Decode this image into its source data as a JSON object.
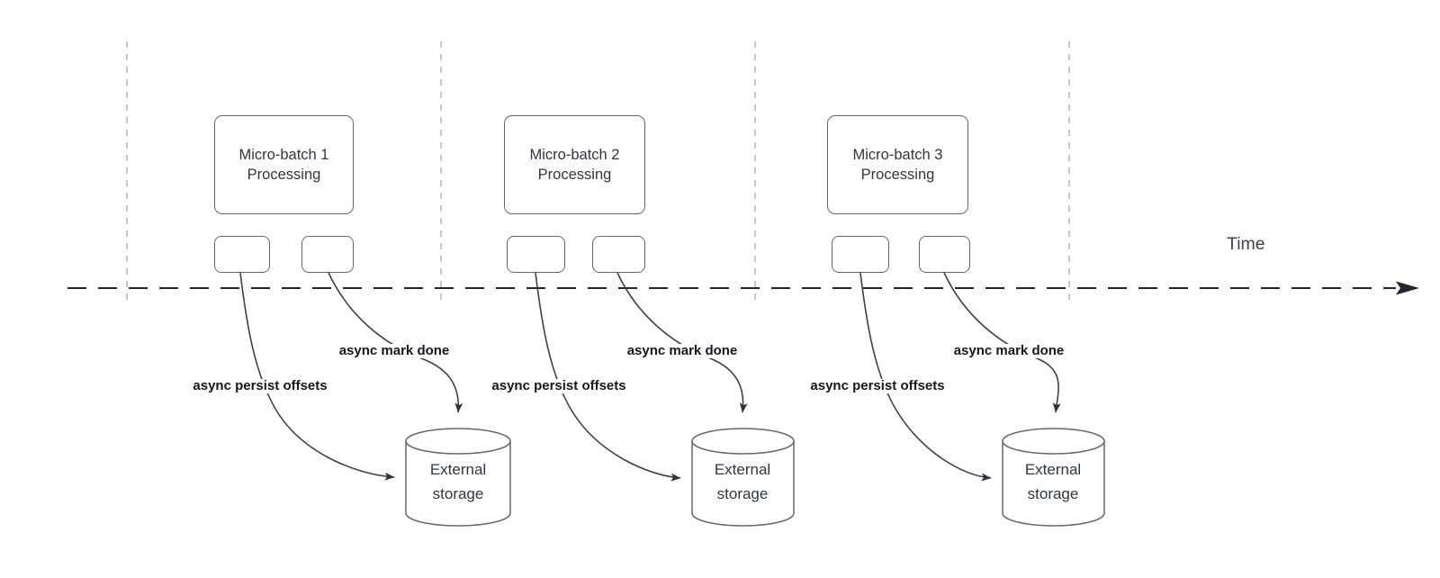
{
  "time_axis": {
    "label": "Time"
  },
  "groups": [
    {
      "process_label": "Micro-batch 1\nProcessing",
      "persist_arrow_label": "async persist offsets",
      "done_arrow_label": "async mark done",
      "storage_label": "External\nstorage"
    },
    {
      "process_label": "Micro-batch 2\nProcessing",
      "persist_arrow_label": "async persist offsets",
      "done_arrow_label": "async mark done",
      "storage_label": "External\nstorage"
    },
    {
      "process_label": "Micro-batch 3\nProcessing",
      "persist_arrow_label": "async persist offsets",
      "done_arrow_label": "async mark done",
      "storage_label": "External\nstorage"
    }
  ],
  "icons": {
    "arrowhead": "filled-triangle",
    "timeline_arrowhead": "filled-triangle"
  },
  "colors": {
    "background": "#ffffff",
    "shape_border": "#63686e",
    "shape_text": "#30363e",
    "edge_stroke": "#3a414b",
    "arrowhead_fill": "#2e343d",
    "timeline_stroke": "#22262d",
    "gridline_stroke": "#b4b4b4",
    "edge_label_text": "#14181d",
    "time_label_text": "#3c434e"
  }
}
